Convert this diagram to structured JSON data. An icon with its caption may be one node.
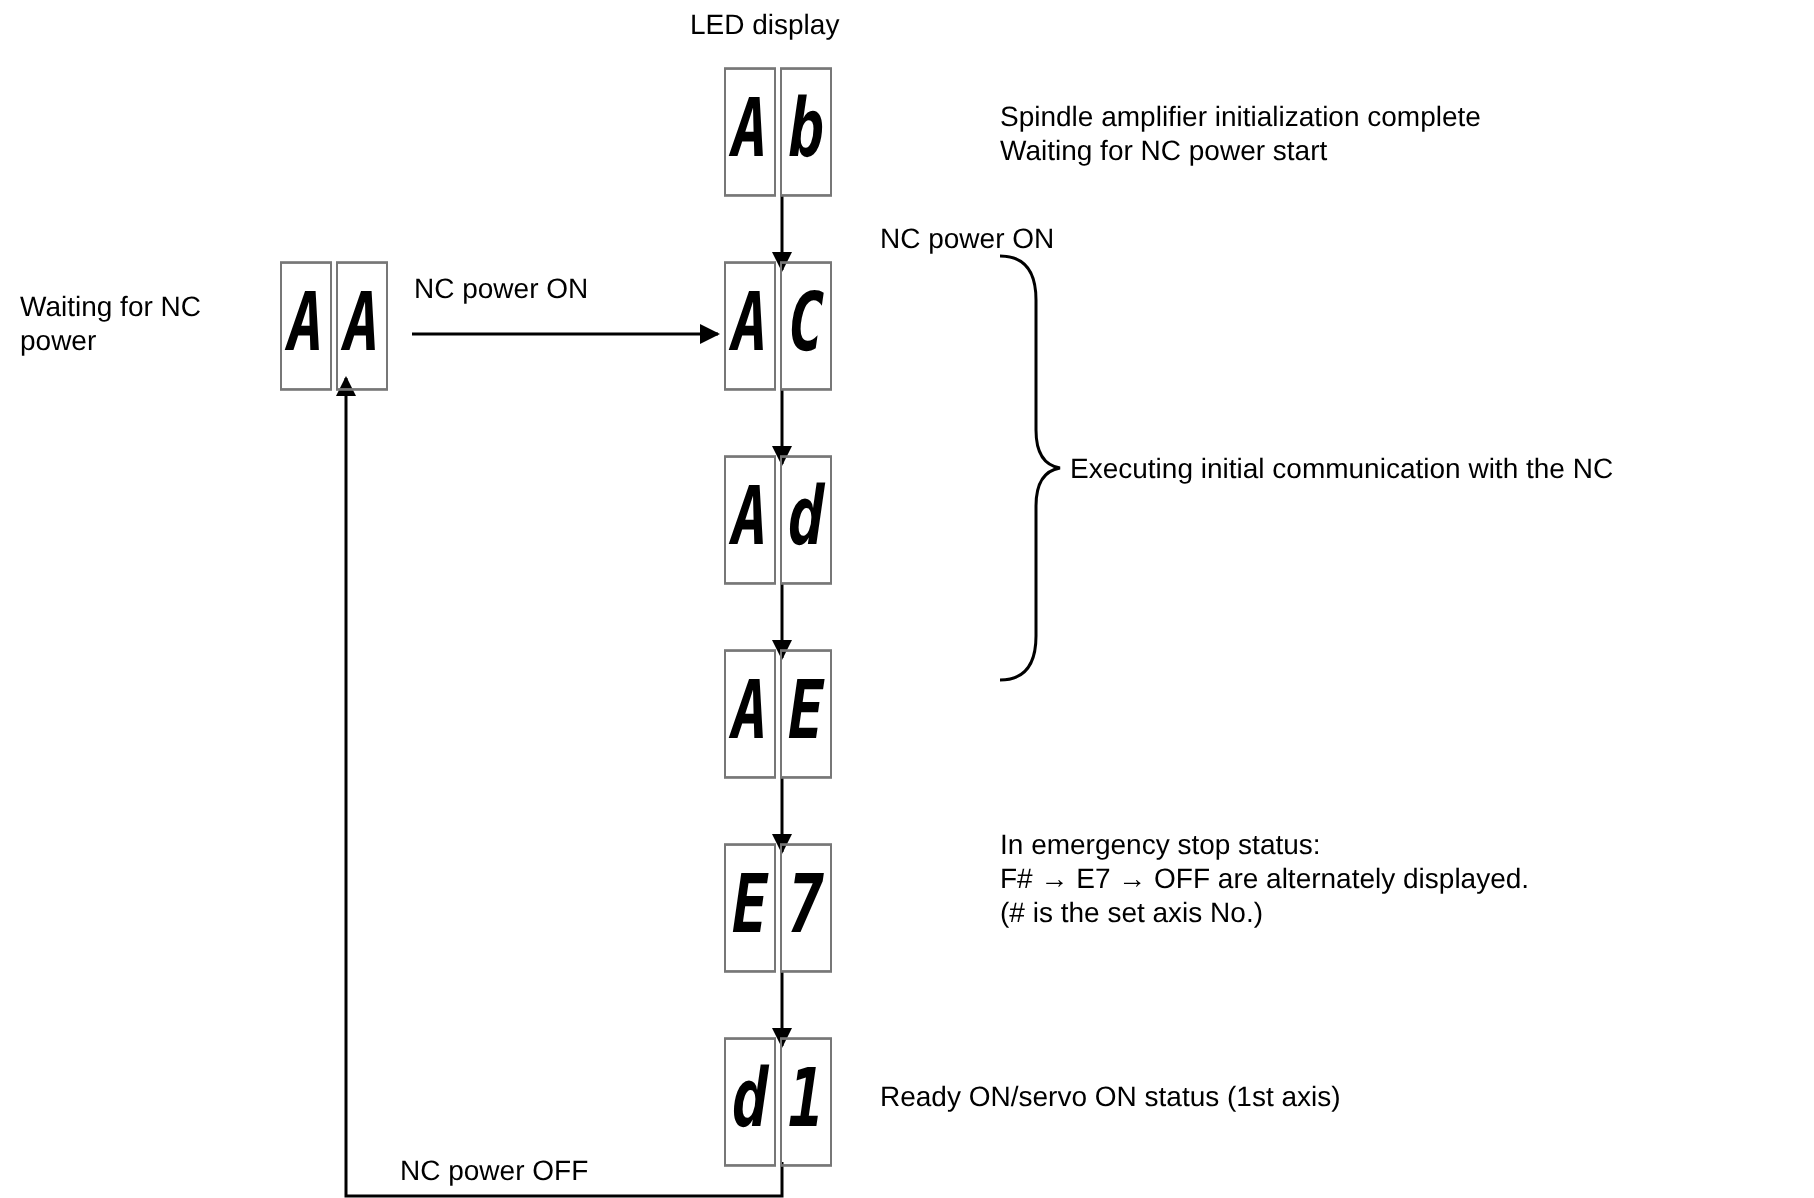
{
  "diagram": {
    "nodes": [
      {
        "text": [
          "A",
          "A"
        ],
        "beside": [
          "Waiting for NC power"
        ]
      },
      {
        "text": [
          "A",
          "b"
        ],
        "beside": [
          "Spindle amplifier initialization complete",
          "Waiting for NC power start"
        ]
      },
      {
        "text": [
          "A",
          "C"
        ]
      },
      {
        "text": [
          "A",
          "d"
        ]
      },
      {
        "text": [
          "A",
          "E"
        ]
      },
      {
        "text": [
          "E",
          "7"
        ],
        "beside": [
          "In emergency stop status:",
          "F# → E7 → OFF are alternately displayed.",
          "(# is the set axis No.)"
        ]
      },
      {
        "text": [
          "d",
          "1"
        ],
        "beside": [
          "Ready ON/servo ON status (1st axis)"
        ]
      }
    ],
    "edges": [
      {
        "from": 0,
        "to": 2,
        "arrow": "to",
        "label": "NC power ON"
      },
      {
        "from": 1,
        "to": 2,
        "arrow": "to",
        "label": "NC power ON"
      },
      {
        "from": 2,
        "to": 3,
        "arrow": "to"
      },
      {
        "from": 3,
        "to": 4,
        "arrow": "to"
      },
      {
        "from": 4,
        "to": 5,
        "arrow": "to"
      },
      {
        "from": 5,
        "to": 6,
        "arrow": "to"
      },
      {
        "from": 6,
        "to": 0,
        "arrow": "to",
        "label": "NC power OFF"
      }
    ],
    "labels": [
      "LED display",
      "Executing initial communication with the NC"
    ]
  }
}
